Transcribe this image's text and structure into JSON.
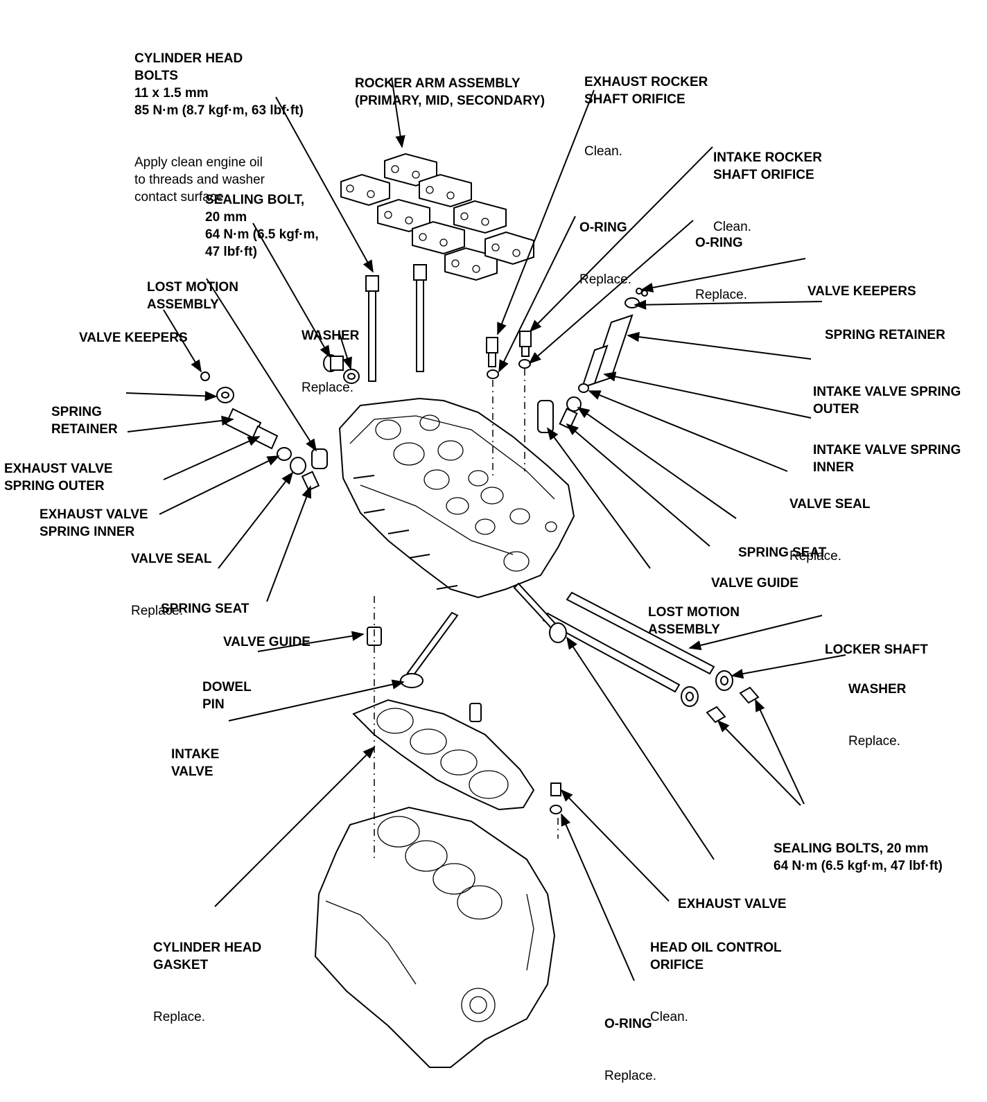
{
  "callouts": {
    "cylinder_head_bolts": {
      "title": "CYLINDER HEAD\nBOLTS\n11 x 1.5 mm\n85 N·m (8.7 kgf·m, 63 lbf·ft)",
      "note": "Apply clean engine oil\nto threads and washer\ncontact surface."
    },
    "rocker_arm_assembly": {
      "title": "ROCKER ARM ASSEMBLY\n(PRIMARY, MID, SECONDARY)"
    },
    "exhaust_rocker_shaft_orifice": {
      "title": "EXHAUST ROCKER\nSHAFT ORIFICE",
      "note": "Clean."
    },
    "intake_rocker_shaft_orifice": {
      "title": "INTAKE ROCKER\nSHAFT ORIFICE",
      "note": "Clean."
    },
    "sealing_bolt": {
      "title": "SEALING BOLT,\n20 mm\n64 N·m (6.5 kgf·m,\n47 lbf·ft)"
    },
    "o_ring_1": {
      "title": "O-RING",
      "note": "Replace."
    },
    "o_ring_2": {
      "title": "O-RING",
      "note": "Replace."
    },
    "lost_motion_assembly_left": {
      "title": "LOST MOTION\nASSEMBLY"
    },
    "washer_left": {
      "title": "WASHER",
      "note": "Replace."
    },
    "valve_keepers_left": {
      "title": "VALVE KEEPERS"
    },
    "valve_keepers_right": {
      "title": "VALVE KEEPERS"
    },
    "spring_retainer_right": {
      "title": "SPRING RETAINER"
    },
    "spring_retainer_left": {
      "title": "SPRING\nRETAINER"
    },
    "intake_valve_spring_outer": {
      "title": "INTAKE VALVE SPRING\nOUTER"
    },
    "exhaust_valve_spring_outer": {
      "title": "EXHAUST VALVE\nSPRING OUTER"
    },
    "intake_valve_spring_inner": {
      "title": "INTAKE VALVE SPRING\nINNER"
    },
    "exhaust_valve_spring_inner": {
      "title": "EXHAUST VALVE\nSPRING INNER"
    },
    "valve_seal_right": {
      "title": "VALVE SEAL",
      "note": "Replace."
    },
    "valve_seal_left": {
      "title": "VALVE SEAL",
      "note": "Replace."
    },
    "spring_seat_right": {
      "title": "SPRING SEAT"
    },
    "spring_seat_left": {
      "title": "SPRING SEAT"
    },
    "valve_guide_right": {
      "title": "VALVE GUIDE"
    },
    "valve_guide_left": {
      "title": "VALVE GUIDE"
    },
    "lost_motion_assembly_right": {
      "title": "LOST MOTION\nASSEMBLY"
    },
    "locker_shaft": {
      "title": "LOCKER SHAFT"
    },
    "dowel_pin": {
      "title": "DOWEL\nPIN"
    },
    "washer_right": {
      "title": "WASHER",
      "note": "Replace."
    },
    "intake_valve": {
      "title": "INTAKE\nVALVE"
    },
    "sealing_bolts": {
      "title": "SEALING BOLTS, 20 mm\n64 N·m (6.5 kgf·m, 47 lbf·ft)"
    },
    "exhaust_valve": {
      "title": "EXHAUST VALVE"
    },
    "cylinder_head_gasket": {
      "title": "CYLINDER HEAD\nGASKET",
      "note": "Replace."
    },
    "head_oil_control_orifice": {
      "title": "HEAD OIL CONTROL\nORIFICE",
      "note": "Clean."
    },
    "o_ring_3": {
      "title": "O-RING",
      "note": "Replace."
    }
  }
}
